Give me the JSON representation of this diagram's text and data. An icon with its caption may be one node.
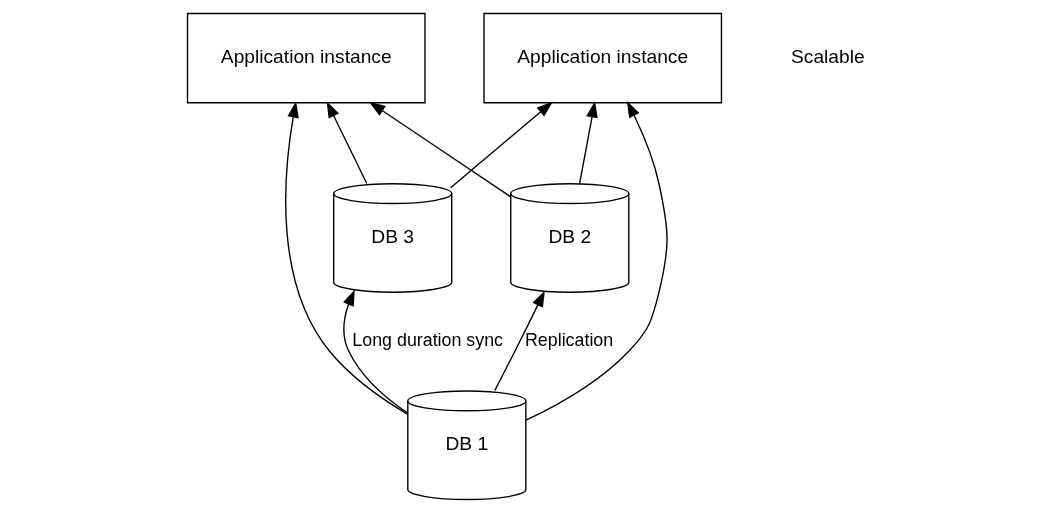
{
  "diagram": {
    "nodes": [
      {
        "text": [
          "Application instance"
        ]
      },
      {
        "text": [
          "Application instance"
        ]
      },
      {
        "text": [
          "DB 1"
        ]
      },
      {
        "text": [
          "DB 2"
        ]
      },
      {
        "text": [
          "DB 3"
        ]
      }
    ],
    "edges": [
      {
        "from": 2,
        "to": 0,
        "arrow": "to"
      },
      {
        "from": 2,
        "to": 1,
        "arrow": "to"
      },
      {
        "from": 3,
        "to": 0,
        "arrow": "to"
      },
      {
        "from": 3,
        "to": 1,
        "arrow": "to"
      },
      {
        "from": 4,
        "to": 0,
        "arrow": "to"
      },
      {
        "from": 4,
        "to": 1,
        "arrow": "to"
      },
      {
        "from": 2,
        "to": 3,
        "label": "Replication",
        "arrow": "to"
      },
      {
        "from": 2,
        "to": 4,
        "label": "Long duration sync",
        "arrow": "to"
      }
    ],
    "labels": [
      "Scalable"
    ]
  }
}
